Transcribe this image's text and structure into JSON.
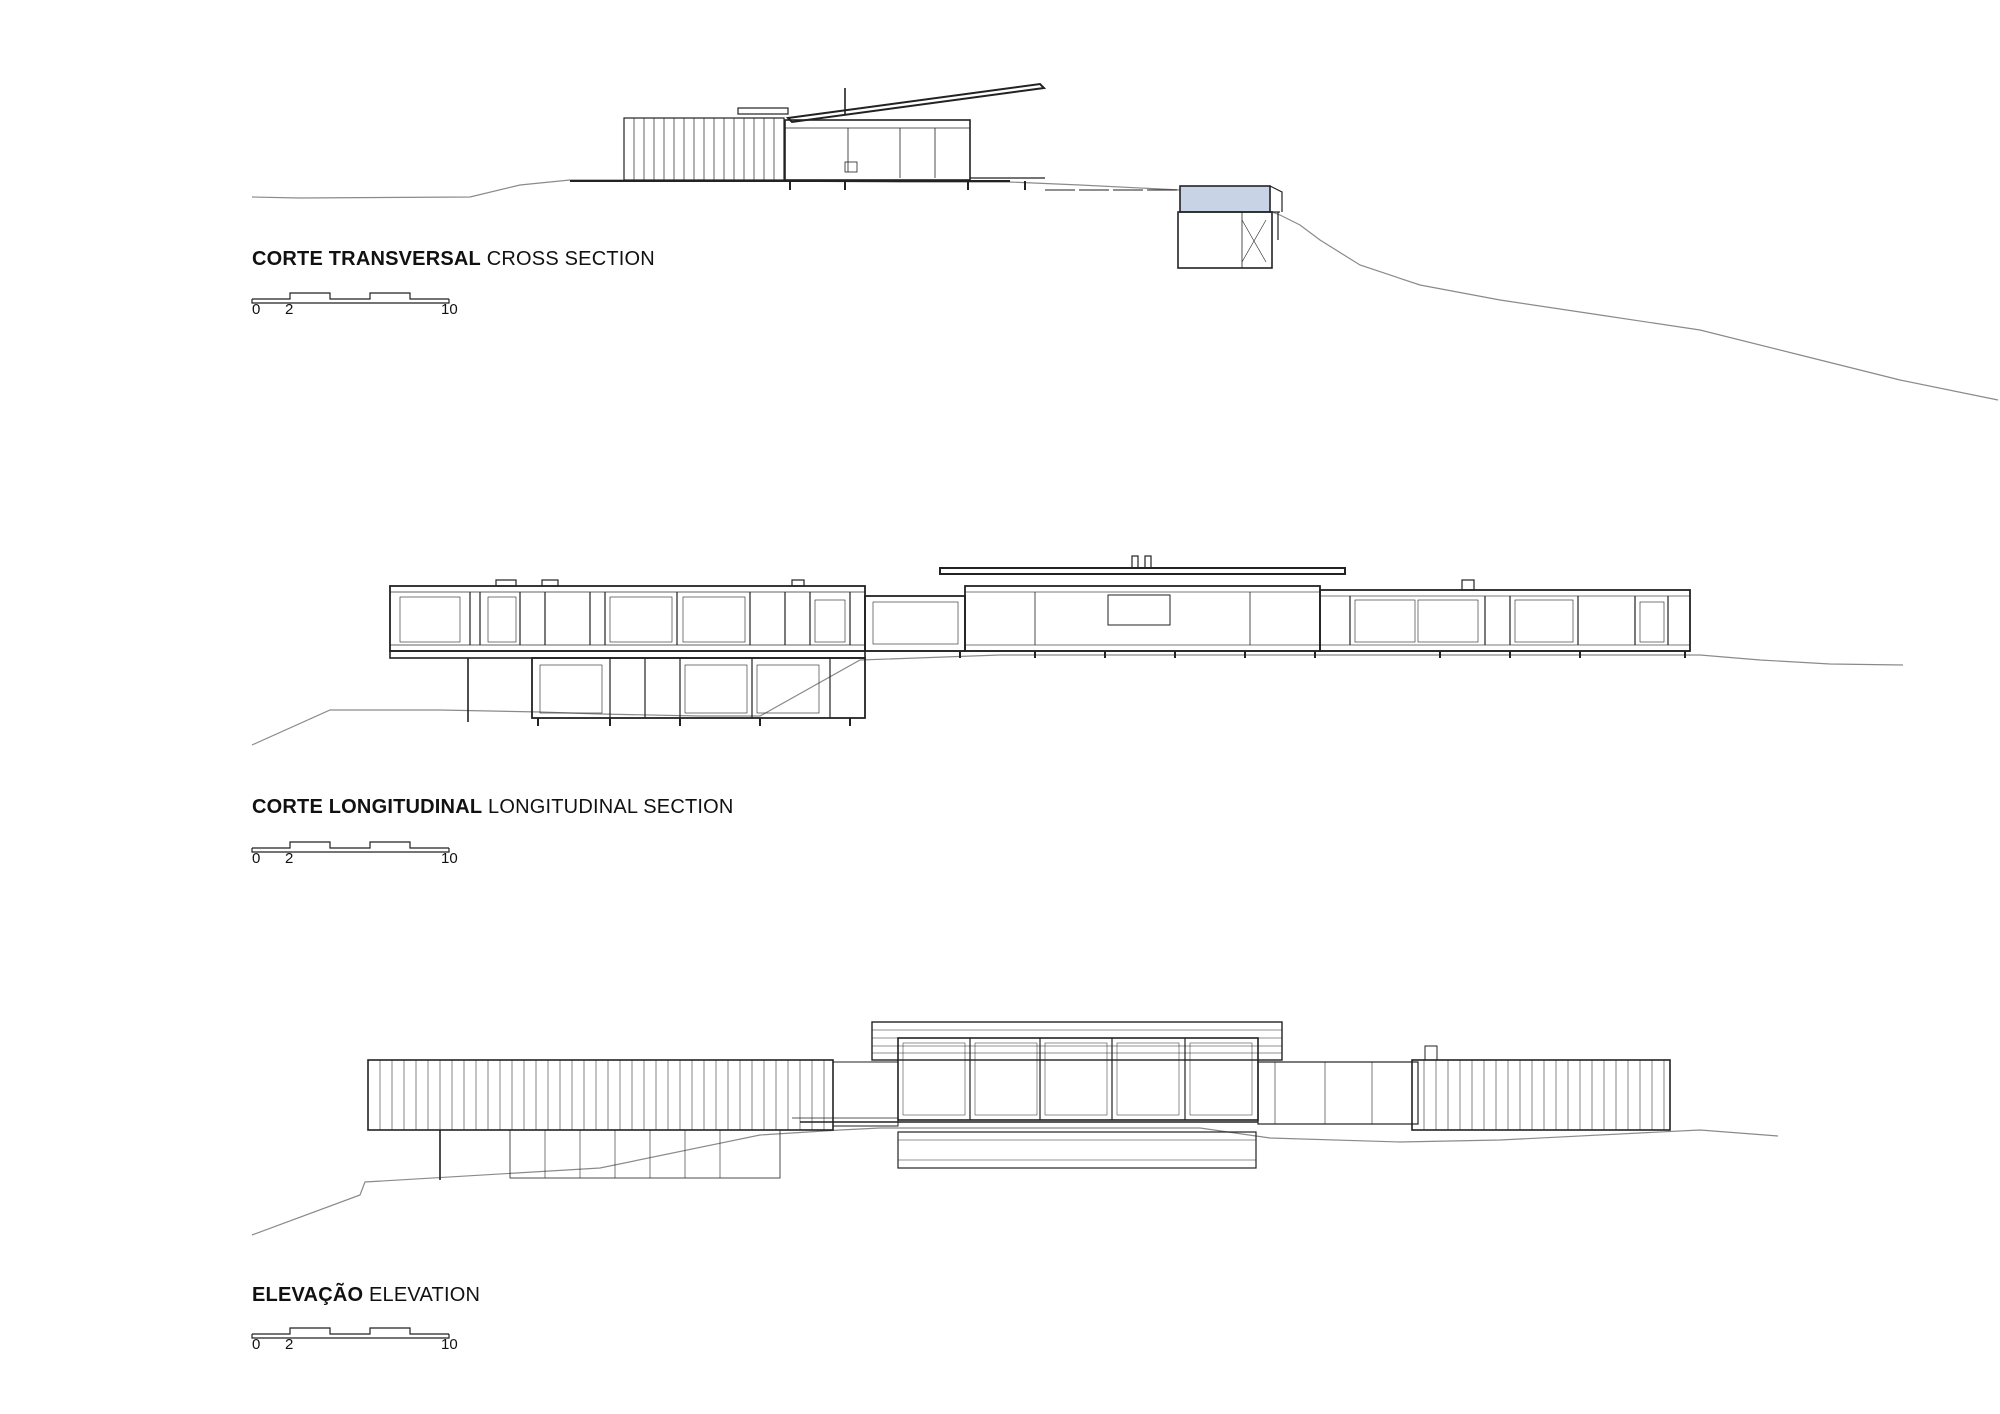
{
  "sections": [
    {
      "id": "cross",
      "title_pt": "CORTE TRANSVERSAL",
      "title_en": "CROSS SECTION"
    },
    {
      "id": "longitudinal",
      "title_pt": "CORTE LONGITUDINAL",
      "title_en": "LONGITUDINAL SECTION"
    },
    {
      "id": "elevation",
      "title_pt": "ELEVAÇÃO",
      "title_en": "ELEVATION"
    }
  ],
  "scale_bar": {
    "labels": [
      "0",
      "2",
      "10"
    ]
  },
  "colors": {
    "line": "#222222",
    "ground": "#8a8a8a",
    "pool": "#c9d3e6"
  }
}
